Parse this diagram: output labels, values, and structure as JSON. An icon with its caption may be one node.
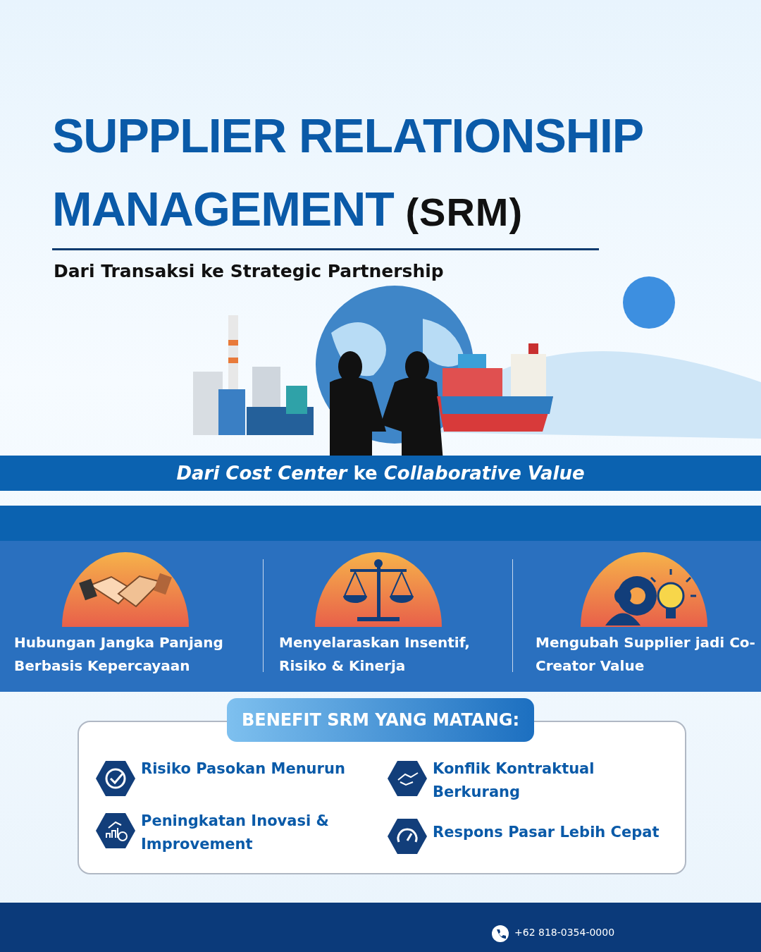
{
  "diagram": {
    "title": "SUPPLIER RELATIONSHIP MANAGEMENT (SRM)",
    "nodes": [
      {
        "text": [
          "*Dari Cost Center* ke *Collaborative Value*"
        ]
      },
      {
        "text": [
          "Hubungan Jangka Panjang Berbasis Kepercayaan"
        ]
      },
      {
        "text": [
          "Menyelaraskan Insentif, Risiko & Kinerja"
        ]
      },
      {
        "text": [
          "Mengubah Supplier jadi Co-Creator Value"
        ]
      },
      {
        "text": [
          "BENEFIT SRM YANG MATANG:"
        ]
      },
      {
        "text": [
          "Risiko Pasokan Menurun"
        ],
        "in": 4
      },
      {
        "text": [
          "Konflik Kontraktual Berkurang"
        ],
        "in": 4
      },
      {
        "text": [
          "Peningkatan Inovasi & Improvement"
        ],
        "in": 4
      },
      {
        "text": [
          "Respons Pasar Lebih Cepat"
        ],
        "in": 4
      }
    ],
    "labels": [
      "Dari Transaksi ke Strategic Partnership",
      "+62 818-0354-0000"
    ]
  }
}
